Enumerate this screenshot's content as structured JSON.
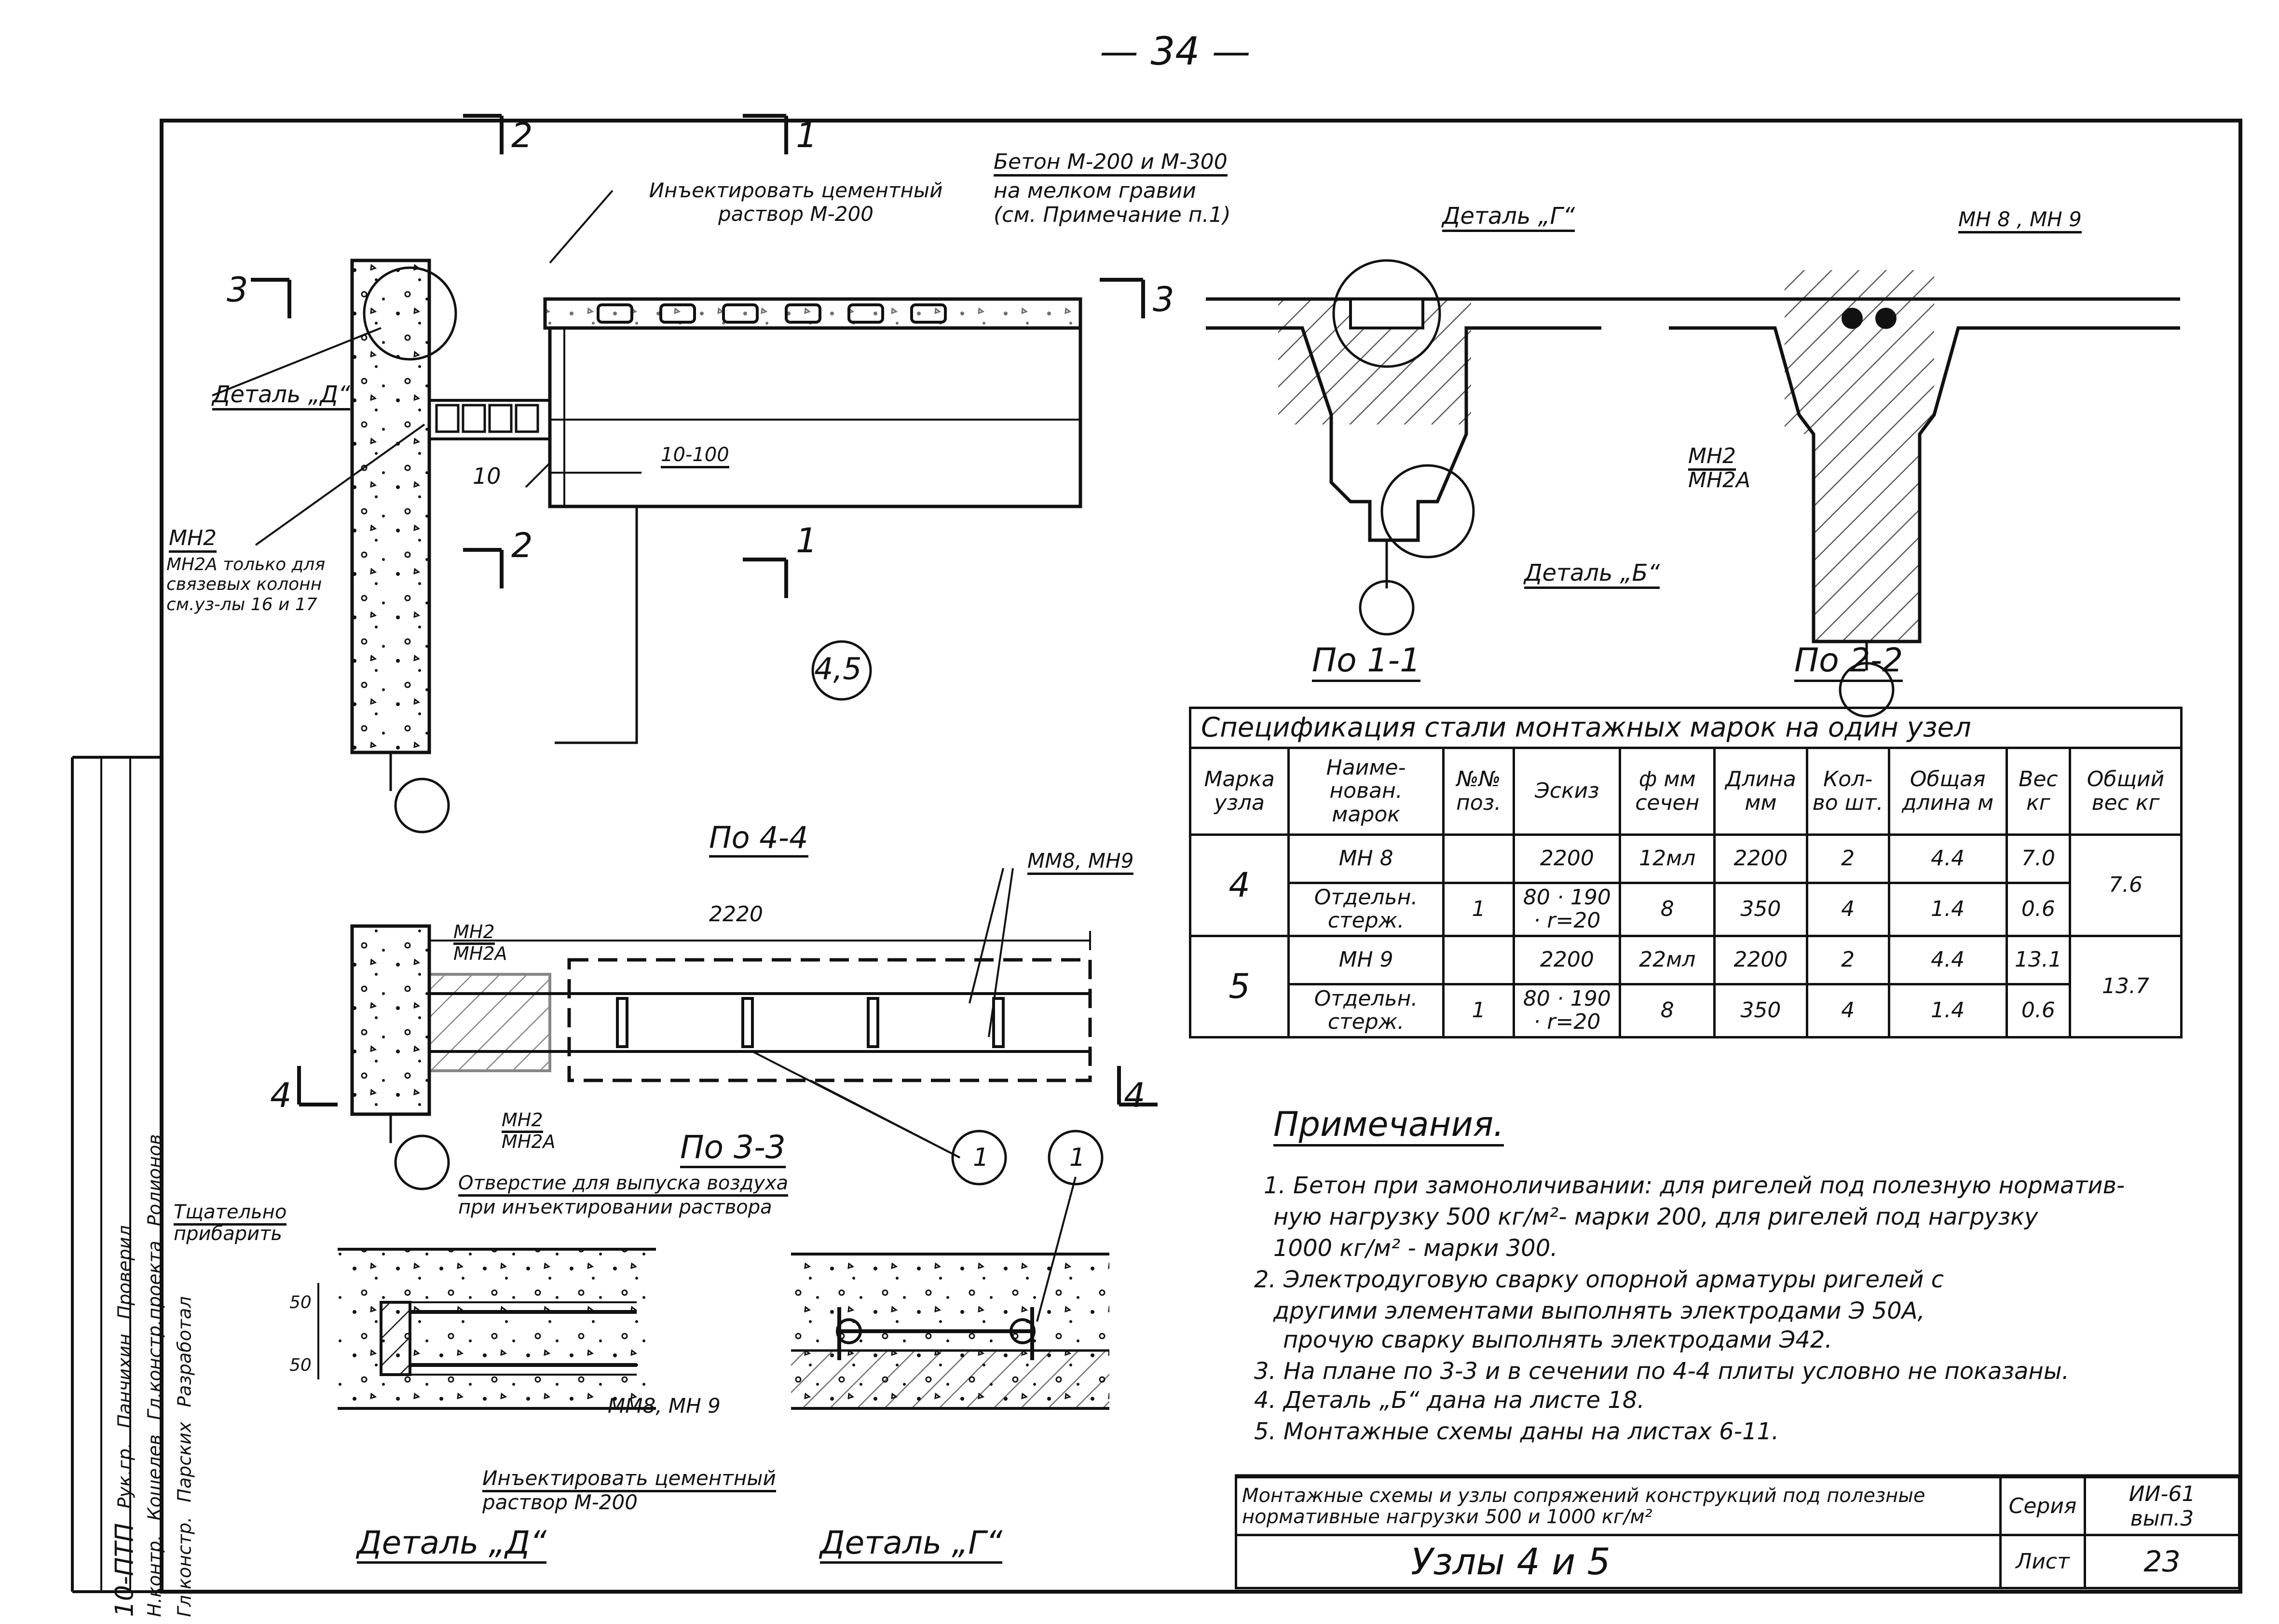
{
  "page_number": "— 34 —",
  "main_view": {
    "circle_label": "4,5",
    "section_marks": [
      "1",
      "1",
      "2",
      "2",
      "3",
      "3",
      "4",
      "4"
    ],
    "callouts": {
      "inject_mortar": "Инъектировать цементный раствор М-200",
      "concrete": "Бетон М-200 и М-300",
      "concrete_2": "на мелком гравии",
      "concrete_3": "(см. Примечание п.1)",
      "detail_g": "Деталь „Г“",
      "detail_d": "Деталь „Д“",
      "mn2": "МН2",
      "mn2a_note": "МН2А только для связевых колонн см.уз-лы 16 и 17",
      "mark_10": "10",
      "mark_10_100": "10-100",
      "mn8_mn9": "МН 8 , МН 9",
      "mn2_b": "МН2",
      "mn2a_b": "МН2А",
      "detail_b": "Деталь „Б“"
    }
  },
  "section_titles": {
    "s11": "По 1-1",
    "s22": "По 2-2",
    "s44": "По 4-4",
    "s33": "По 3-3"
  },
  "plan": {
    "dim_2220": "2220",
    "mn2": "МН2",
    "mn2a": "МН2А",
    "mn2_bottom": "МН2",
    "mn2a_bottom": "МН2А",
    "mm8_mn9": "ММ8, МН9",
    "marker": "1"
  },
  "details": {
    "hole_note": "Отверстие для выпуска воздуха",
    "hole_note_2": "при инъектировании раствора",
    "caulk": "Тщательно",
    "caulk_2": "прибарить",
    "dim_50a": "50",
    "dim_50b": "50",
    "mm8_mn9": "ММ8, МН 9",
    "inject": "Инъектировать цементный",
    "inject_2": "раствор М-200",
    "detail_d_title": "Деталь „Д“",
    "detail_g_title": "Деталь „Г“",
    "marker": "1"
  },
  "spec_table": {
    "title": "Спецификация стали монтажных марок на один узел",
    "headers": [
      "Марка узла",
      "Наиме-нован. марок",
      "№№ поз.",
      "Эскиз",
      "ф мм сечен",
      "Длина мм",
      "Кол-во шт.",
      "Общая длина м",
      "Вес кг",
      "Общий вес кг"
    ],
    "rows": [
      {
        "node": "4",
        "items": [
          {
            "name": "МН 8",
            "pos": "",
            "sketch": "2200",
            "dia": "12мл",
            "len": "2200",
            "qty": "2",
            "tot_len": "4.4",
            "w": "7.0"
          },
          {
            "name": "Отдельн. стерж.",
            "pos": "1",
            "sketch": "80 · 190 · r=20",
            "dia": "8",
            "len": "350",
            "qty": "4",
            "tot_len": "1.4",
            "w": "0.6"
          }
        ],
        "total": "7.6"
      },
      {
        "node": "5",
        "items": [
          {
            "name": "МН 9",
            "pos": "",
            "sketch": "2200",
            "dia": "22мл",
            "len": "2200",
            "qty": "2",
            "tot_len": "4.4",
            "w": "13.1"
          },
          {
            "name": "Отдельн. стерж.",
            "pos": "1",
            "sketch": "80 · 190 · r=20",
            "dia": "8",
            "len": "350",
            "qty": "4",
            "tot_len": "1.4",
            "w": "0.6"
          }
        ],
        "total": "13.7"
      }
    ]
  },
  "notes": {
    "title": "Примечания.",
    "lines": [
      "1. Бетон при замоноличивании: для ригелей под полезную норматив-",
      "ную нагрузку 500 кг/м²- марки 200, для ригелей под нагрузку",
      "1000 кг/м² - марки 300.",
      "2. Электродуговую сварку опорной арматуры ригелей с",
      "другими элементами выполнять электродами Э 50А,",
      "прочую сварку выполнять электродами Э42.",
      "3. На плане по 3-3 и в сечении по 4-4 плиты условно не показаны.",
      "4. Деталь „Б“ дана на листе 18.",
      "5. Монтажные схемы даны на листах 6-11."
    ]
  },
  "title_block": {
    "description": "Монтажные схемы и узлы сопряжений конструкций под полезные нормативные нагрузки 500 и 1000 кг/м²",
    "series_label": "Серия",
    "series_value": "ИИ-61",
    "issue_value": "вып.3",
    "name": "Узлы  4 и 5",
    "sheet_label": "Лист",
    "sheet_value": "23"
  },
  "side_stamp": {
    "rows": [
      "Гл.констр.",
      "Н.контр.",
      "Гл.констр.проекта",
      "Рук.гр.",
      "10-ПТП"
    ],
    "names": [
      "Парских",
      "Кошелев",
      "Родионов",
      "Панчихин"
    ],
    "right": [
      "Разработал",
      "Проверил"
    ]
  }
}
